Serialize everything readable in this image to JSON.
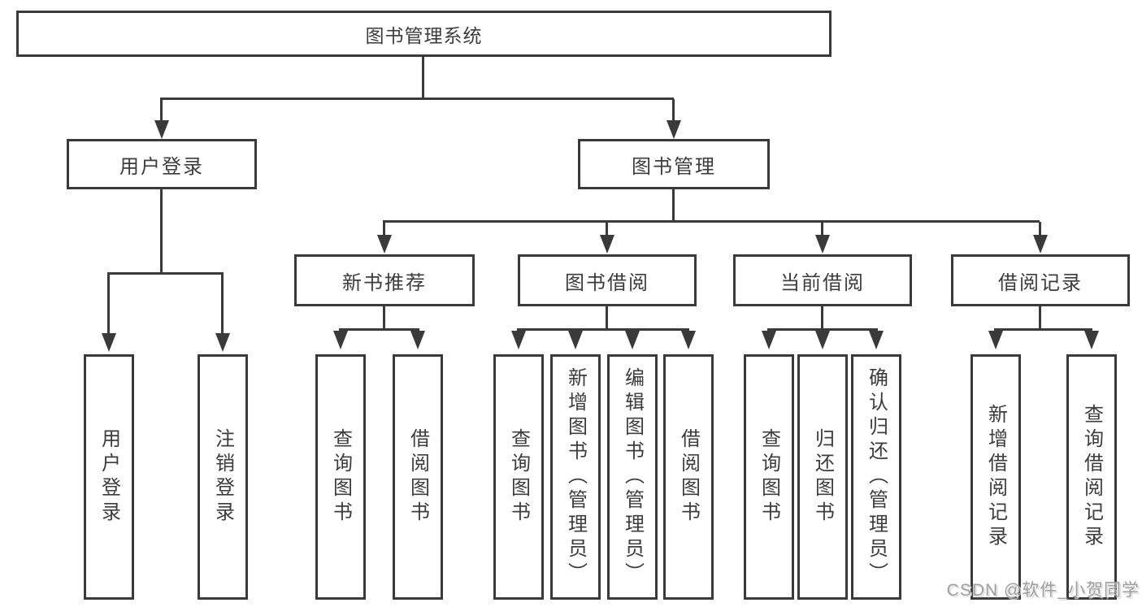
{
  "diagram": {
    "type": "hierarchy-tree",
    "colors": {
      "line": "#3a3a3a",
      "box_border": "#3a3a3a",
      "box_fill": "#ffffff",
      "text": "#3c3c3c",
      "watermark": "#9e9e9e",
      "background": "#ffffff"
    }
  },
  "tree": {
    "root": {
      "label": "图书管理系统",
      "children": [
        {
          "label": "用户登录",
          "children": [
            {
              "label": "用户登录"
            },
            {
              "label": "注销登录"
            }
          ]
        },
        {
          "label": "图书管理",
          "children": [
            {
              "label": "新书推荐",
              "children": [
                {
                  "label": "查询图书"
                },
                {
                  "label": "借阅图书"
                }
              ]
            },
            {
              "label": "图书借阅",
              "children": [
                {
                  "label": "查询图书"
                },
                {
                  "label": "新增图书（管理员）"
                },
                {
                  "label": "编辑图书（管理员）"
                },
                {
                  "label": "借阅图书"
                }
              ]
            },
            {
              "label": "当前借阅",
              "children": [
                {
                  "label": "查询图书"
                },
                {
                  "label": "归还图书"
                },
                {
                  "label": "确认归还（管理员）"
                }
              ]
            },
            {
              "label": "借阅记录",
              "children": [
                {
                  "label": "新增借阅记录"
                },
                {
                  "label": "查询借阅记录"
                }
              ]
            }
          ]
        }
      ]
    }
  },
  "watermark": {
    "text": "CSDN @软件_小贺同学"
  }
}
